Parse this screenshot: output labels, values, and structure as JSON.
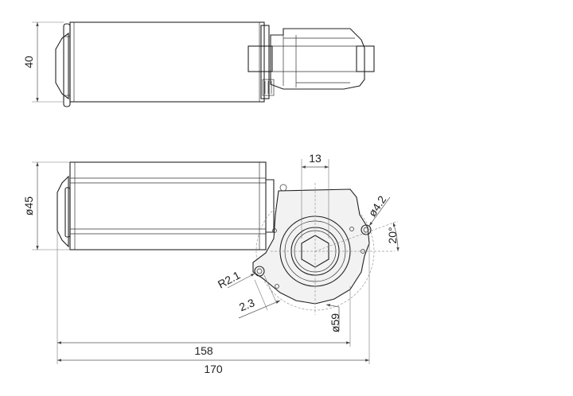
{
  "dimensions": {
    "height_top": "40",
    "dia_body": "ø45",
    "width_hex": "13",
    "dia_hole": "ø4.2",
    "angle": "20°",
    "radius": "R2.1",
    "offset": "2.3",
    "dia_flange": "ø59",
    "length_158": "158",
    "length_170": "170"
  }
}
